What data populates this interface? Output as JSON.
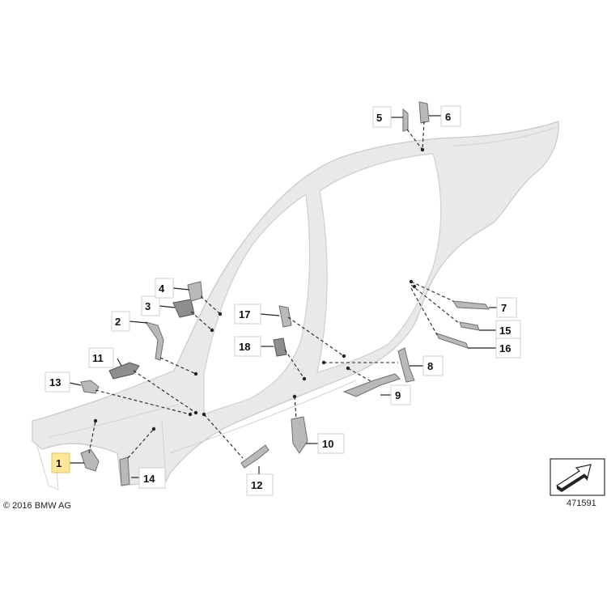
{
  "labels": [
    "1",
    "2",
    "3",
    "4",
    "5",
    "6",
    "7",
    "8",
    "9",
    "10",
    "11",
    "12",
    "13",
    "14",
    "15",
    "16",
    "17",
    "18"
  ],
  "highlighted_label": "1",
  "copyright": "© 2016 BMW AG",
  "diagram_number": "471591",
  "colors": {
    "body": "#e9e9e9",
    "part": "#b9b9b9",
    "highlight": "#ffe79a",
    "line": "#222222"
  }
}
